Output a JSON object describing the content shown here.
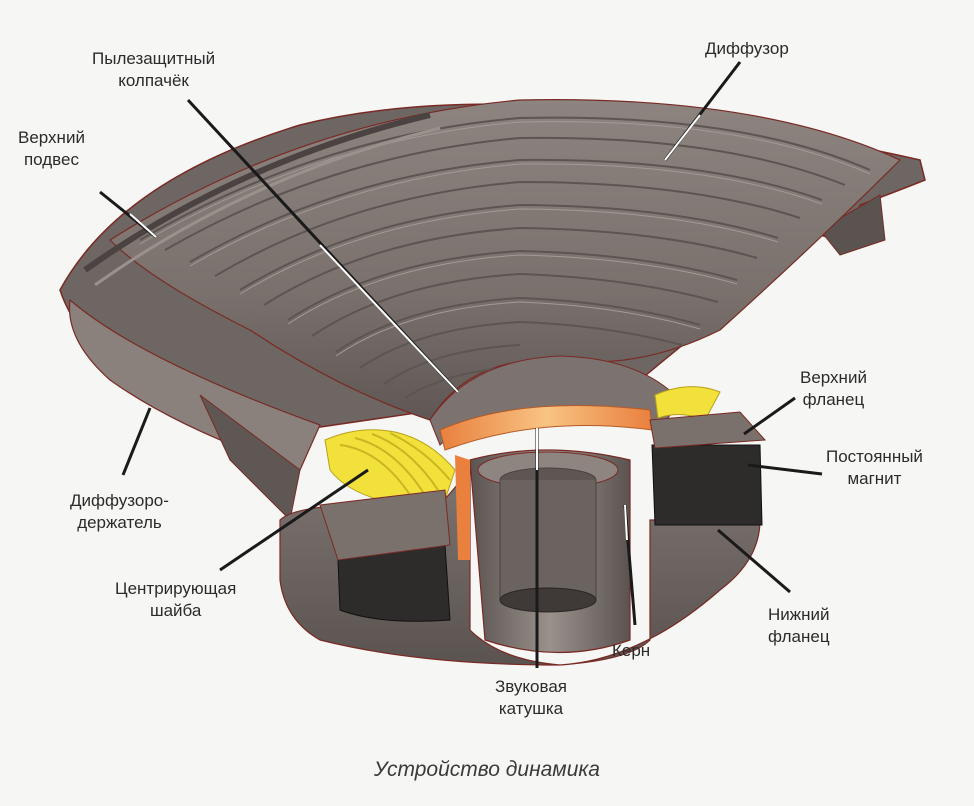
{
  "caption": "Устройство динамика",
  "labels": {
    "dust_cap": [
      "Пылезащитный",
      "колпачёк"
    ],
    "cone": [
      "Диффузор"
    ],
    "upper_surround": [
      "Верхний",
      "подвес"
    ],
    "basket": [
      "Диффузоро-",
      "держатель"
    ],
    "spider": [
      "Центрирующая",
      "шайба"
    ],
    "voice_coil": [
      "Звуковая",
      "катушка"
    ],
    "pole_piece": [
      "Керн"
    ],
    "bottom_plate": [
      "Нижний",
      "фланец"
    ],
    "magnet": [
      "Постоянный",
      "магнит"
    ],
    "top_plate": [
      "Верхний",
      "фланец"
    ]
  },
  "colors": {
    "body": "#6e6663",
    "body_dark": "#4a4341",
    "body_light": "#9a918c",
    "edge": "#7a2a24",
    "magnet": "#2e2b2b",
    "spider": "#f2e13a",
    "coil": "#f0a050",
    "leader": "#1a1a1a"
  }
}
